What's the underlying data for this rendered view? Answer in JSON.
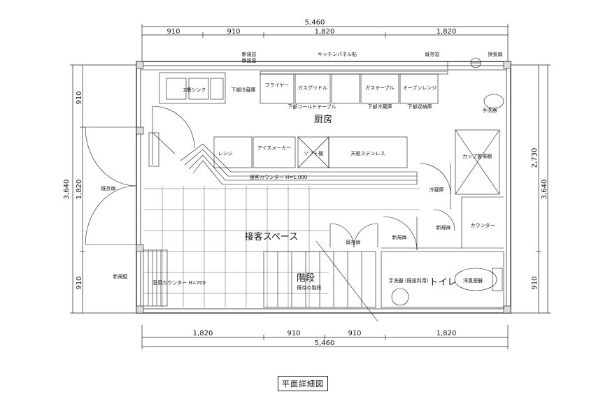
{
  "title": "平面詳細図",
  "dimensions": {
    "top_total": "5,460",
    "top_segments": [
      "910",
      "910",
      "1,820",
      "1,820"
    ],
    "bottom_total": "5,460",
    "bottom_segments": [
      "1,820",
      "910",
      "910",
      "1,820"
    ],
    "left_total": "3,640",
    "left_inner": "1,820",
    "left_segments": [
      "910",
      "910"
    ],
    "right_total": "3,640",
    "right_segments": [
      "2,730",
      "910"
    ]
  },
  "rooms": {
    "kitchen": "厨房",
    "seating": "接客スペース",
    "stairs": "階段",
    "toilet": "トイレ"
  },
  "labels": {
    "kitchen_panel": "キッチンパネル貼",
    "new_window": "新規窓",
    "move_window": "移設窓",
    "sink": "2槽シンク",
    "under_sink_fridge": "下部冷蔵庫",
    "fryer": "フライヤー",
    "range_top": "ガスグリドル",
    "cold_table": "ガステーブル",
    "oven_range": "オーブンレンジ",
    "lower_cold_table": "下部コールドテーブル",
    "lower_fridge": "下部冷蔵庫",
    "lower_freezer": "下部収納庫",
    "ice_maker": "アイスメーカー",
    "dish": "ソフト機",
    "stainless_counter": "天板ステンレス",
    "range_label": "レンジ",
    "counter": "接客カウンター H=1,000",
    "cup_shelf": "カップ置場棚",
    "window_counter": "窓用カウンター H=700",
    "fridge_small": "冷蔵庫",
    "hand_wash": "手洗器",
    "existing_door": "既存扉",
    "new_door": "新規扉",
    "new_door_2": "新規扉",
    "seating_table": "カウンター",
    "stairs_note": "既存の階段",
    "toilet_bowl": "洋風便器",
    "toilet_handwash": "手洗器\n(既設利用)",
    "exhaust_fan": "換気扇",
    "window_label": "既存窓",
    "new_wall": "新規壁"
  }
}
